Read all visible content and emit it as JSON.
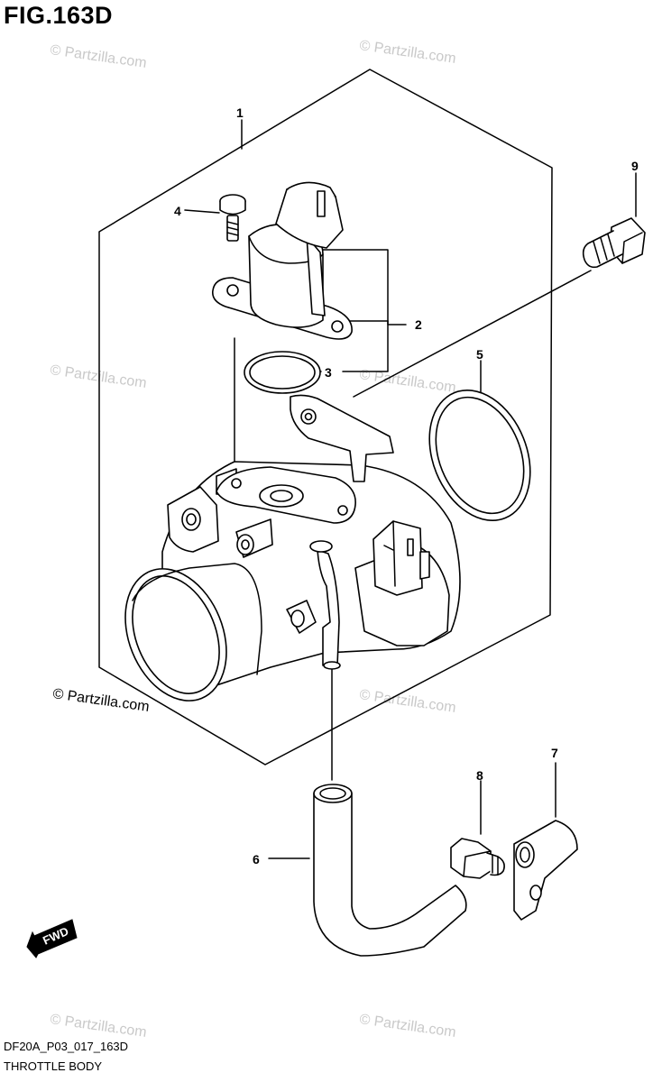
{
  "figure": {
    "title": "FIG.163D",
    "drawing_code": "DF20A_P03_017_163D",
    "caption": "THROTTLE BODY"
  },
  "watermark": {
    "text": "© Partzilla.com",
    "dark_text": "© Partzilla.com",
    "color": "#c9c9c9"
  },
  "direction_marker": {
    "label": "FWD"
  },
  "callouts": [
    {
      "number": "1"
    },
    {
      "number": "2"
    },
    {
      "number": "3"
    },
    {
      "number": "4"
    },
    {
      "number": "5"
    },
    {
      "number": "6"
    },
    {
      "number": "7"
    },
    {
      "number": "8"
    },
    {
      "number": "9"
    }
  ]
}
